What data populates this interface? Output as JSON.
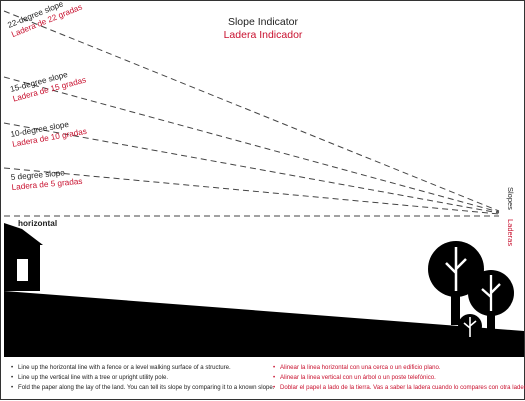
{
  "title": {
    "english": "Slope Indicator",
    "spanish": "Ladera Indicador"
  },
  "slopes": [
    {
      "degrees": 22,
      "label_en": "22-degree slope",
      "label_es": "Ladera de 22 gradas"
    },
    {
      "degrees": 15,
      "label_en": "15-degree slope",
      "label_es": "Ladera de 15 gradas"
    },
    {
      "degrees": 10,
      "label_en": "10-degree slope",
      "label_es": "Ladera de 10 gradas"
    },
    {
      "degrees": 5,
      "label_en": "5 degree slope",
      "label_es": "Ladera de 5 gradas"
    }
  ],
  "horizontal_label": "horizontal",
  "side_label": {
    "english": "Slopes",
    "spanish": "Laderas"
  },
  "instructions_en": [
    "Line up the horizontal line with a fence or a level walking surface of a structure.",
    "Line up the vertical line with a tree or upright utility pole.",
    "Fold the paper along the lay of the land. You can tell its slope by comparing it to a known slope."
  ],
  "instructions_es": [
    "Alinear la linea horizontal con una cerca o un edificio plano.",
    "Alinear la linea vertical con un árbol o un poste telefónico.",
    "Doblar el papel a lado de la tierra. Vas a saber la ladera cuando lo compares con otra ladera."
  ],
  "colors": {
    "english_text": "#222222",
    "spanish_text": "#c8102e",
    "ink": "#000000"
  }
}
